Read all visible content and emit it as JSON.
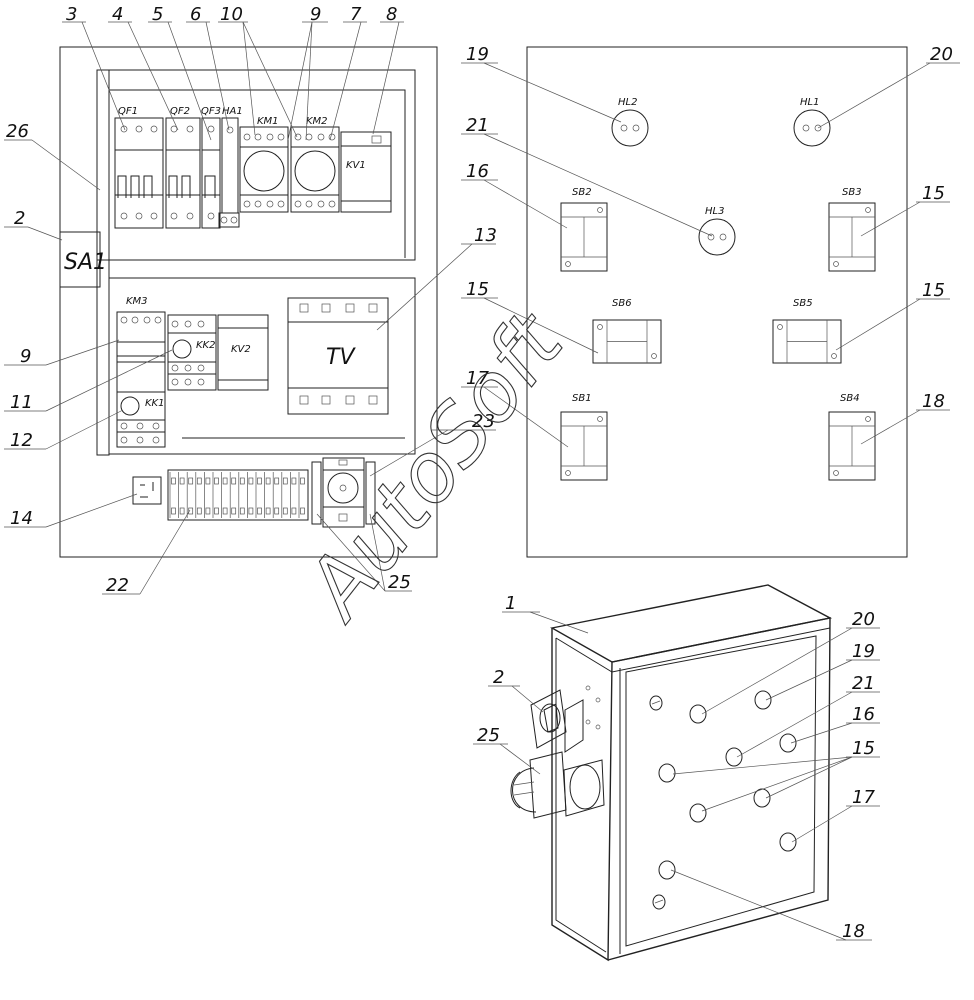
{
  "callouts": {
    "n1": "1",
    "n2": "2",
    "n3": "3",
    "n4": "4",
    "n5": "5",
    "n6": "6",
    "n7": "7",
    "n8": "8",
    "n9": "9",
    "n10": "10",
    "n11": "11",
    "n12": "12",
    "n13": "13",
    "n14": "14",
    "n15": "15",
    "n16": "16",
    "n17": "17",
    "n18": "18",
    "n19": "19",
    "n20": "20",
    "n21": "21",
    "n22": "22",
    "n23": "23",
    "n25": "25",
    "n26": "26"
  },
  "devices": {
    "qf1": "QF1",
    "qf2": "QF2",
    "qf3": "QF3",
    "ha1": "HA1",
    "km1": "KM1",
    "km2": "KM2",
    "kv1": "KV1",
    "km3": "KM3",
    "kk2": "KK2",
    "kv2": "KV2",
    "kk1": "KK1",
    "tv": "TV",
    "sa1": "SA1",
    "hl1": "HL1",
    "hl2": "HL2",
    "hl3": "HL3",
    "sb1": "SB1",
    "sb2": "SB2",
    "sb3": "SB3",
    "sb4": "SB4",
    "sb5": "SB5",
    "sb6": "SB6"
  },
  "watermark": "AutoSoft"
}
